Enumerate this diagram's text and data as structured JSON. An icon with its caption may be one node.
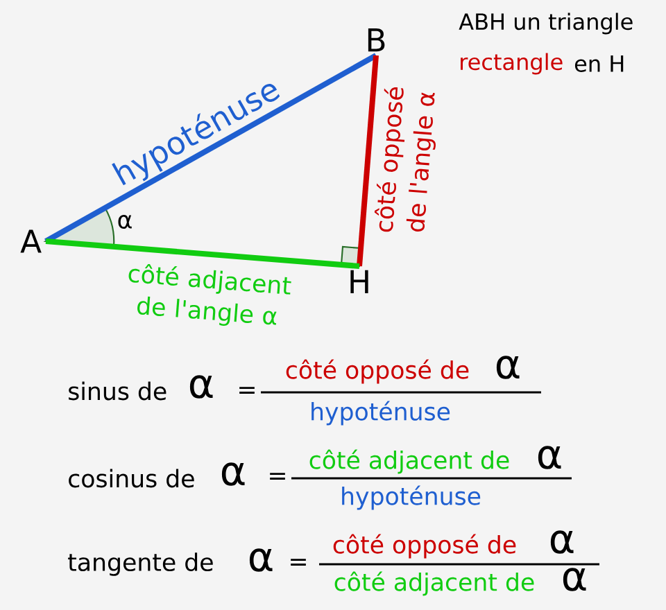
{
  "diagram": {
    "nodes": [
      {
        "text": [
          "A"
        ]
      },
      {
        "text": [
          "B"
        ]
      },
      {
        "text": [
          "H"
        ]
      }
    ],
    "edges": [
      {
        "from": 0,
        "to": 1,
        "arrow": "none",
        "label": "hypoténuse",
        "color": "#1f5fd0"
      },
      {
        "from": 1,
        "to": 2,
        "arrow": "none",
        "label": "côté opposé de l'angle α",
        "color": "#cc0000"
      },
      {
        "from": 0,
        "to": 2,
        "arrow": "none",
        "label": "côté adjacent de l'angle α",
        "color": "#11cc11"
      }
    ],
    "labels": [
      "ABH un triangle",
      "rectangle",
      "en H",
      "α",
      "sinus de",
      "α",
      "=",
      "côté opposé de",
      "α",
      "hypoténuse",
      "cosinus de",
      "α",
      "=",
      "côté adjacent de",
      "α",
      "hypoténuse",
      "tangente de",
      "α",
      "=",
      "côté opposé de",
      "α",
      "côté adjacent de",
      "α"
    ]
  }
}
